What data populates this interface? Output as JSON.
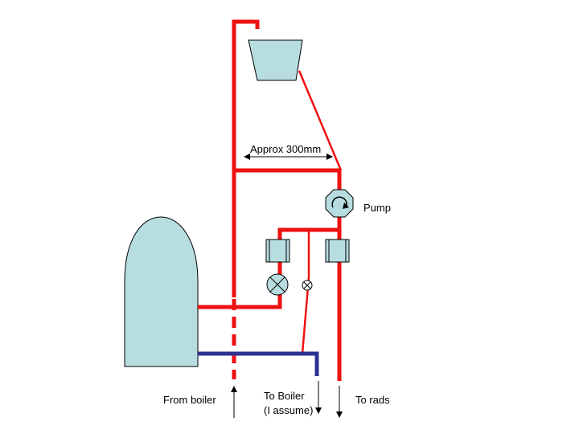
{
  "labels": {
    "approx": "Approx 300mm",
    "pump": "Pump",
    "from_boiler": "From boiler",
    "to_boiler_line1": "To Boiler",
    "to_boiler_line2": "(I assume)",
    "to_rads": "To rads"
  },
  "colors": {
    "hot_pipe": "#ee1111",
    "cold_pipe": "#2e3192",
    "tank_fill": "#b7dde0",
    "outline": "#000000"
  }
}
